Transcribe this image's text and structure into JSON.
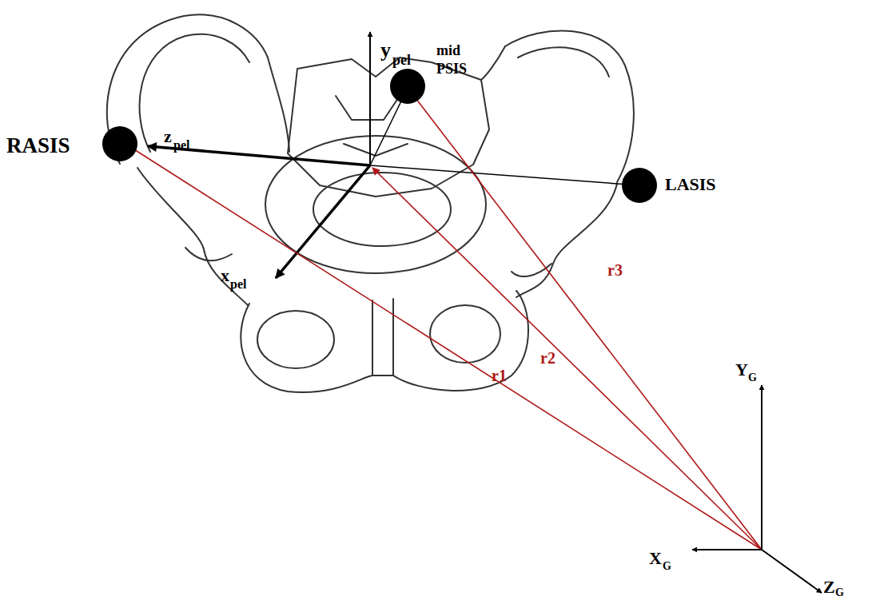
{
  "diagram": {
    "labels": [
      "y",
      "pel",
      "mid PSIS",
      "z",
      "pel",
      "RASIS",
      "LASIS",
      "x",
      "pel",
      "r3",
      "r2",
      "r1",
      "Y",
      "G",
      "X",
      "G",
      "Z",
      "G"
    ]
  }
}
